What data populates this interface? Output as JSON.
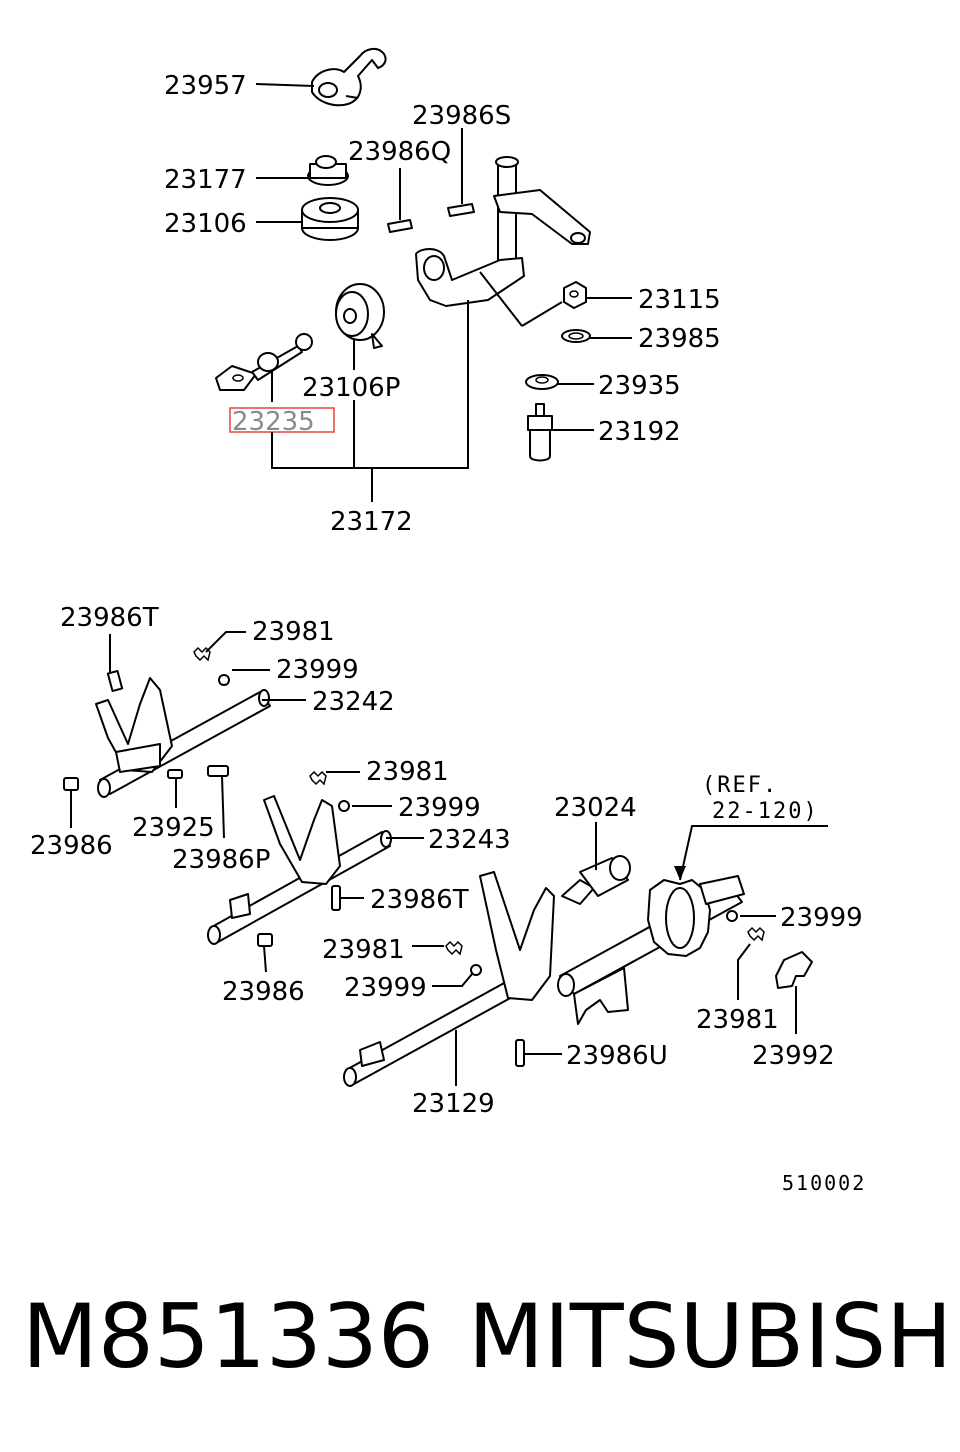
{
  "labels": {
    "p23957": "23957",
    "p23986S": "23986S",
    "p23986Q": "23986Q",
    "p23177": "23177",
    "p23106": "23106",
    "p23115": "23115",
    "p23985": "23985",
    "p23935": "23935",
    "p23192": "23192",
    "p23106P": "23106P",
    "p23235": "23235",
    "p23172": "23172",
    "p23986T_a": "23986T",
    "p23981_a": "23981",
    "p23999_a": "23999",
    "p23242": "23242",
    "p23986_a": "23986",
    "p23925": "23925",
    "p23986P": "23986P",
    "p23981_b": "23981",
    "p23999_b": "23999",
    "p23243": "23243",
    "p23986T_b": "23986T",
    "p23024": "23024",
    "ref_line1": "(REF.",
    "ref_line2": "22-120)",
    "p23999_c": "23999",
    "p23981_c": "23981",
    "p23999_d": "23999",
    "p23986_b": "23986",
    "p23986U": "23986U",
    "p23981_d": "23981",
    "p23992": "23992",
    "p23129": "23129",
    "figure_code": "510002"
  },
  "highlight": {
    "part": "23235",
    "color": "#e8433a"
  },
  "footer": {
    "part_number": "M851336",
    "brand": "MITSUBISHI"
  }
}
